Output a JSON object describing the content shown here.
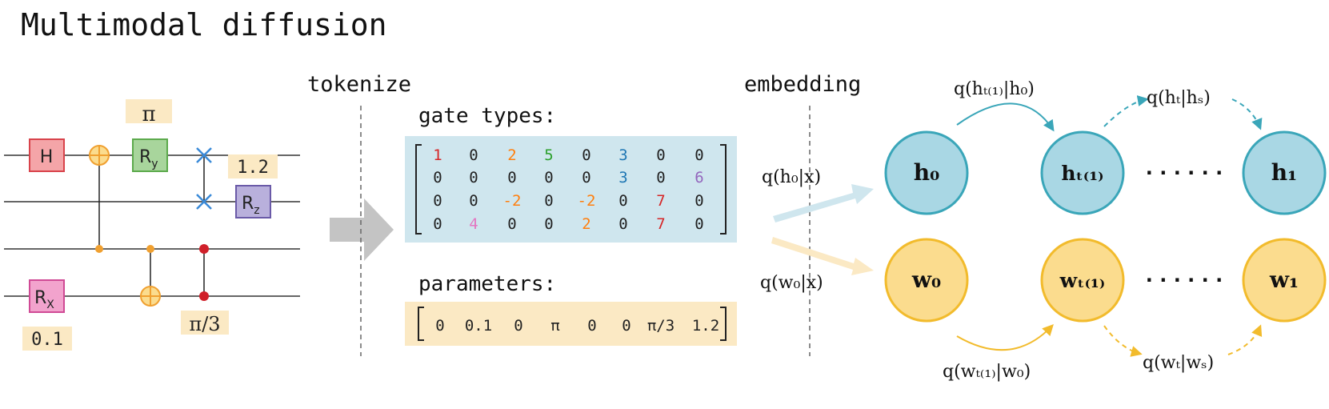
{
  "title": "Multimodal diffusion",
  "labels": {
    "tokenize": "tokenize",
    "embedding": "embedding",
    "gate_types": "gate types:",
    "parameters": "parameters:"
  },
  "circuit": {
    "param_pi": "π",
    "param_1_2": "1.2",
    "param_0_1": "0.1",
    "param_pi_3": "π/3",
    "gates": {
      "h": "H",
      "ry_main": "R",
      "ry_sub": "y",
      "rz_main": "R",
      "rz_sub": "z",
      "rx_main": "R",
      "rx_sub": "X"
    }
  },
  "gate_matrix": {
    "rows": [
      [
        "1",
        "0",
        "2",
        "5",
        "0",
        "3",
        "0",
        "0"
      ],
      [
        "0",
        "0",
        "0",
        "0",
        "0",
        "3",
        "0",
        "6"
      ],
      [
        "0",
        "0",
        "-2",
        "0",
        "-2",
        "0",
        "7",
        "0"
      ],
      [
        "0",
        "4",
        "0",
        "0",
        "2",
        "0",
        "7",
        "0"
      ]
    ],
    "colors": {
      "1": "#d62728",
      "2": "#ff7f0e",
      "-2": "#ff7f0e",
      "3": "#1f77b4",
      "4": "#e377c2",
      "5": "#2ca02c",
      "6": "#9467bd",
      "7": "#d62728",
      "0": "#222222"
    }
  },
  "parameters": [
    "0",
    "0.1",
    "0",
    "π",
    "0",
    "0",
    "π/3",
    "1.2"
  ],
  "diffusion": {
    "q_h0_x": "q(h₀|x)",
    "q_w0_x": "q(w₀|x)",
    "q_ht1_h0": "q(hₜ₍₁₎|h₀)",
    "q_ht_hs": "q(hₜ|hₛ)",
    "q_wt1_w0": "q(wₜ₍₁₎|w₀)",
    "q_wt_ws": "q(wₜ|wₛ)",
    "nodes": {
      "h0": "h₀",
      "ht1": "hₜ₍₁₎",
      "h1": "h₁",
      "w0": "w₀",
      "wt1": "wₜ₍₁₎",
      "w1": "w₁"
    },
    "dots": "· · · · · ·"
  },
  "colors": {
    "matrix_bg": "#cfe6ee",
    "param_bg": "#fbe9c4",
    "h_fill": "#a9d7e4",
    "h_stroke": "#3aa6b9",
    "w_fill": "#fbdc8e",
    "w_stroke": "#f2bb2c",
    "h_gate": "#f4a5a8",
    "ry_gate": "#a8d59c",
    "rz_gate": "#b9b0dc",
    "rx_gate": "#f2a3cd",
    "orange": "#f0a030",
    "red": "#d0202a",
    "blue": "#3a8ad8"
  }
}
